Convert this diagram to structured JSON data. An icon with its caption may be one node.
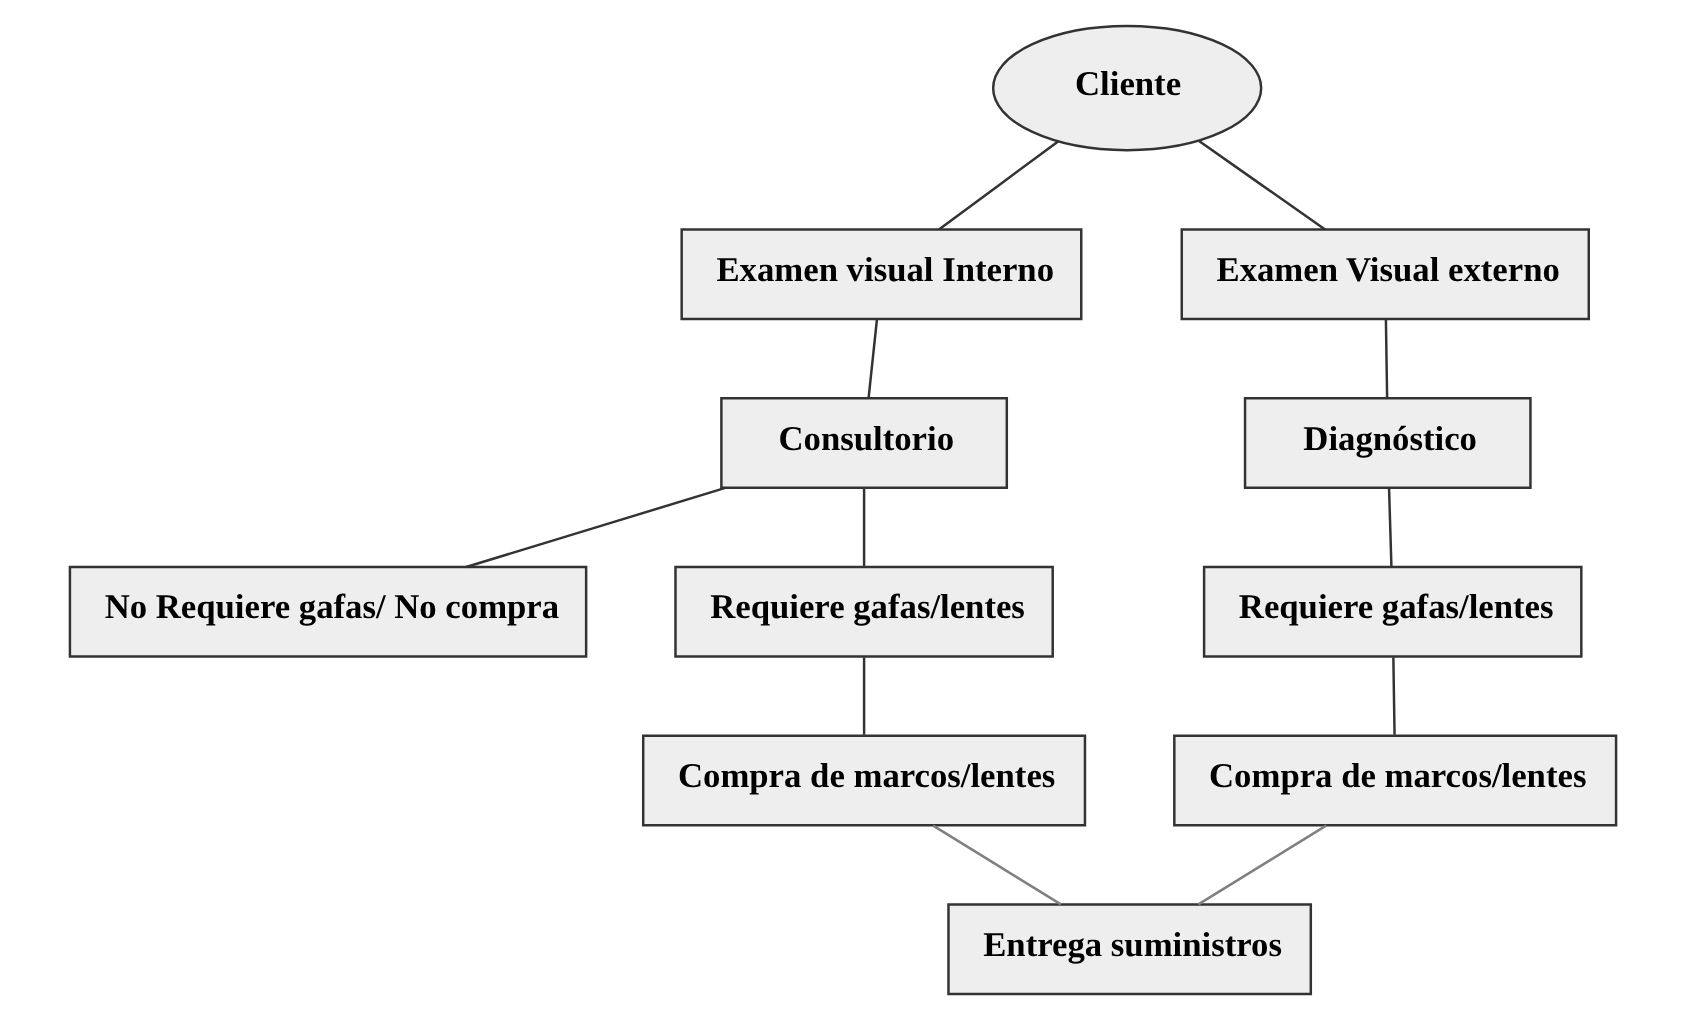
{
  "diagram": {
    "nodes": [
      {
        "text": [
          "Cliente"
        ]
      },
      {
        "text": [
          "Examen visual Interno"
        ]
      },
      {
        "text": [
          "Examen Visual externo"
        ]
      },
      {
        "text": [
          "Consultorio"
        ]
      },
      {
        "text": [
          "No Requiere gafas/ No compra"
        ]
      },
      {
        "text": [
          "Requiere gafas/lentes"
        ]
      },
      {
        "text": [
          "Compra de marcos/lentes"
        ]
      },
      {
        "text": [
          "Diagnóstico"
        ]
      },
      {
        "text": [
          "Requiere gafas/lentes"
        ]
      },
      {
        "text": [
          "Compra de marcos/lentes"
        ]
      },
      {
        "text": [
          "Entrega suministros"
        ]
      }
    ],
    "edges": [
      {
        "from": 0,
        "to": 1,
        "arrow": "none"
      },
      {
        "from": 0,
        "to": 2,
        "arrow": "none"
      },
      {
        "from": 1,
        "to": 3,
        "arrow": "none"
      },
      {
        "from": 3,
        "to": 4,
        "arrow": "none"
      },
      {
        "from": 3,
        "to": 5,
        "arrow": "none"
      },
      {
        "from": 5,
        "to": 6,
        "arrow": "none"
      },
      {
        "from": 2,
        "to": 7,
        "arrow": "none"
      },
      {
        "from": 7,
        "to": 8,
        "arrow": "none"
      },
      {
        "from": 8,
        "to": 9,
        "arrow": "none"
      },
      {
        "from": 6,
        "to": 10,
        "arrow": "none",
        "color": "#808080"
      },
      {
        "from": 9,
        "to": 10,
        "arrow": "none",
        "color": "#808080"
      }
    ]
  }
}
